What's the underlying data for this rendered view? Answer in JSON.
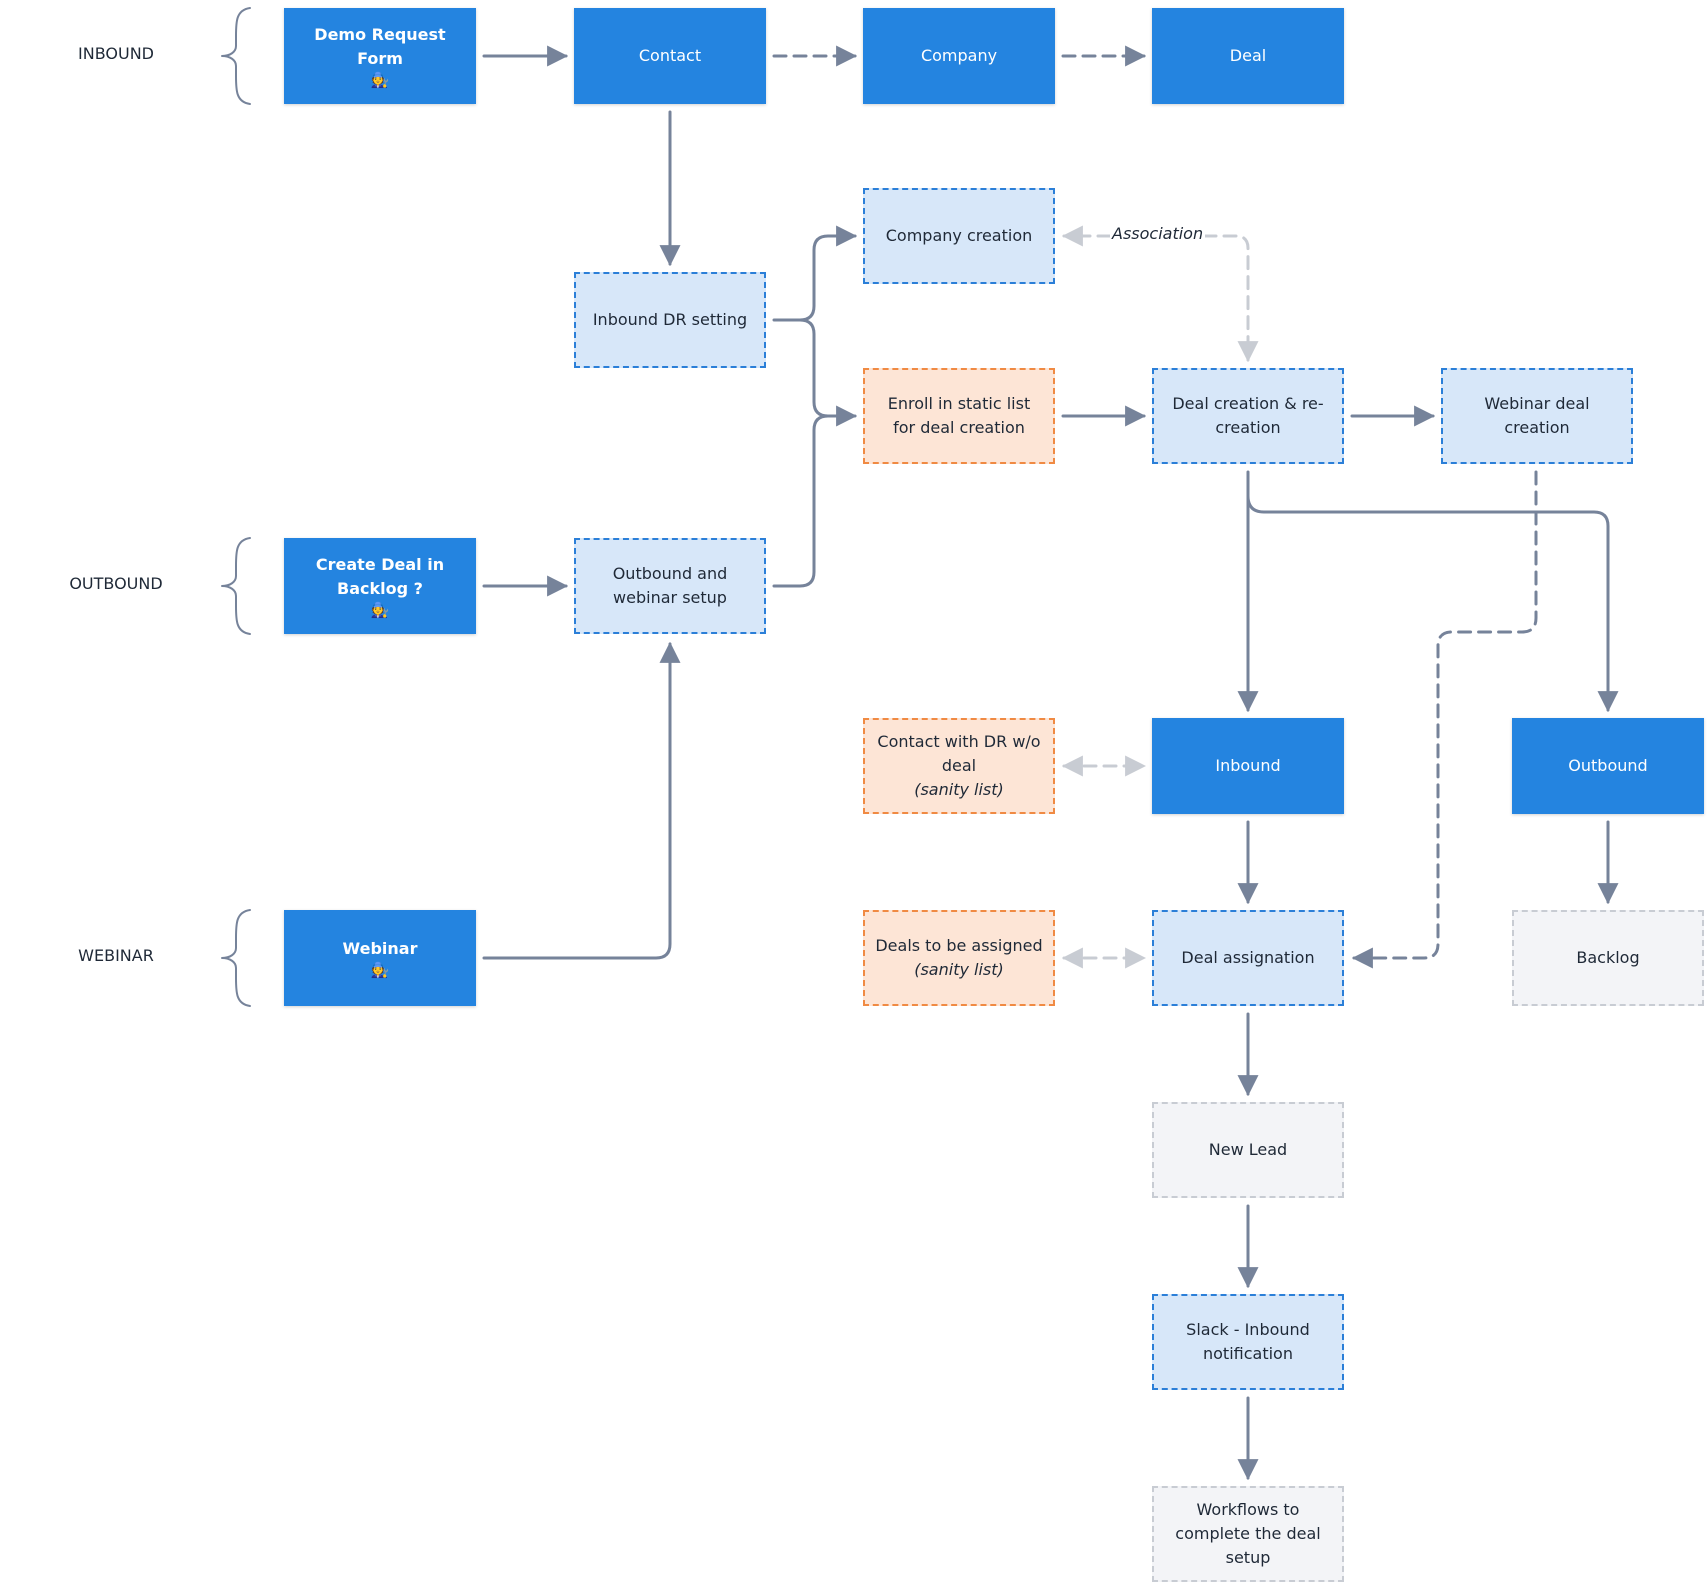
{
  "sections": {
    "inbound": "INBOUND",
    "outbound": "OUTBOUND",
    "webinar": "WEBINAR"
  },
  "nodes": {
    "demo_request_form": {
      "label": "Demo Request Form",
      "emoji": "🧑‍🔧"
    },
    "contact": "Contact",
    "company": "Company",
    "deal": "Deal",
    "inbound_dr_setting": "Inbound DR setting",
    "company_creation": "Company creation",
    "enroll_static_list": "Enroll in static list for deal creation",
    "deal_creation": "Deal creation & re-creation",
    "webinar_deal_creation": "Webinar deal creation",
    "create_deal_backlog": {
      "label": "Create Deal in Backlog ?",
      "emoji": "🧑‍🔧"
    },
    "outbound_webinar_setup": "Outbound and webinar setup",
    "contact_dr_no_deal": {
      "label": "Contact with DR w/o deal",
      "note": "(sanity list)"
    },
    "inbound": "Inbound",
    "outbound": "Outbound",
    "webinar": {
      "label": "Webinar",
      "emoji": "🧑‍🔧"
    },
    "deals_to_be_assigned": {
      "label": "Deals to be assigned",
      "note": "(sanity list)"
    },
    "deal_assignation": "Deal assignation",
    "backlog": "Backlog",
    "new_lead": "New Lead",
    "slack_notification": "Slack - Inbound notification",
    "workflows": "Workflows to complete the deal setup"
  },
  "edges": {
    "association_label": "Association"
  },
  "colors": {
    "primary": "#2484e0",
    "light_blue": "#d7e7f9",
    "light_orange": "#fde5d6",
    "light_gray": "#f3f4f7",
    "connector": "#76839a",
    "connector_light": "#c8ccd3"
  }
}
